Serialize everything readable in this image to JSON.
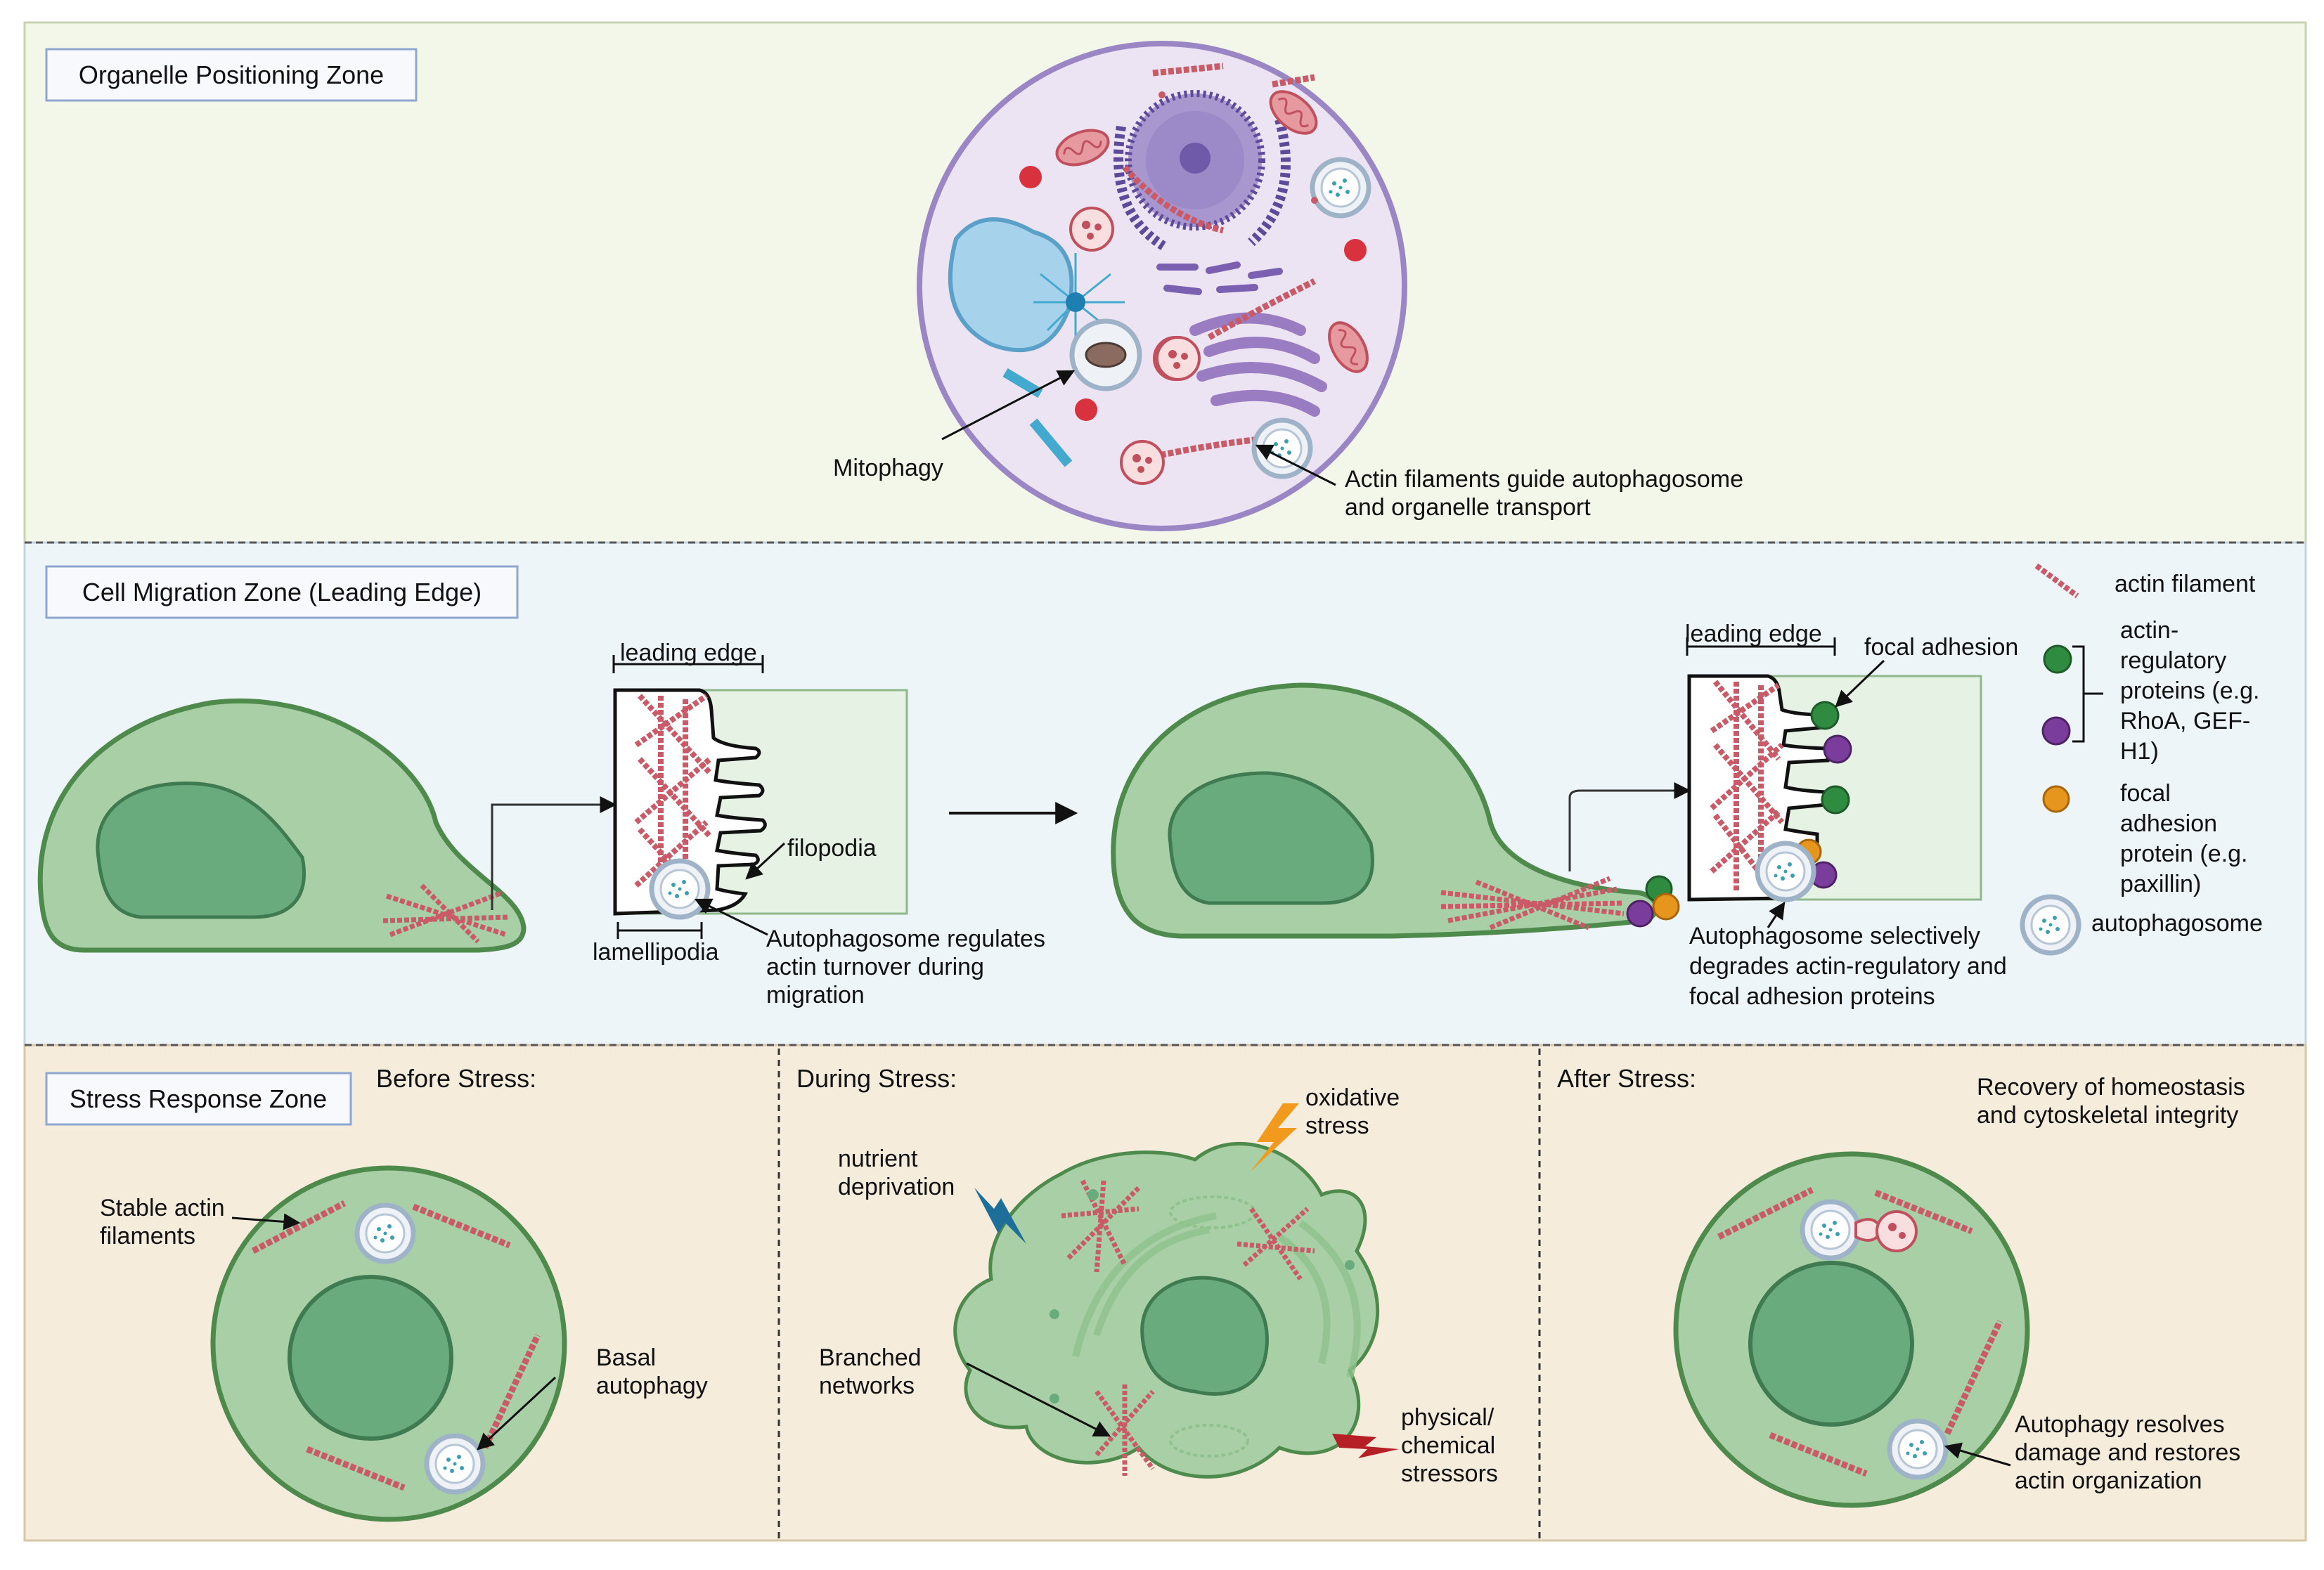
{
  "colors": {
    "zone1_bg": "#f3f7ea",
    "zone2_bg": "#edf5f9",
    "zone3_bg": "#f5ecdc",
    "cell_fill": "#a8cfa6",
    "cell_stroke": "#4f8a4d",
    "nucleus_fill": "#6aab7e",
    "actin": "#c95a67",
    "green_protein": "#2f8b3f",
    "purple_protein": "#7b3d9c",
    "orange_protein": "#e6961c",
    "zone_title_border": "#8fa7cf"
  },
  "zone1": {
    "title": "Organelle Positioning Zone",
    "label_mitophagy": "Mitophagy",
    "label_actin_guide_1": "Actin filaments guide autophagosome",
    "label_actin_guide_2": "and organelle transport"
  },
  "zone2": {
    "title": "Cell Migration Zone (Leading Edge)",
    "leading_edge_1": "leading edge",
    "filopodia": "filopodia",
    "lamellipodia": "lamellipodia",
    "autophagosome_regulates_1": "Autophagosome regulates",
    "autophagosome_regulates_2": "actin turnover during",
    "autophagosome_regulates_3": "migration",
    "leading_edge_2": "leading edge",
    "focal_adhesion": "focal adhesion",
    "selective_1": "Autophagosome selectively",
    "selective_2": "degrades actin-regulatory and",
    "selective_3": "focal adhesion proteins"
  },
  "legend": {
    "actin_filament": "actin filament",
    "arp_1": "actin-",
    "arp_2": "regulatory",
    "arp_3": "proteins (e.g.",
    "arp_4": "RhoA, GEF-",
    "arp_5": "H1)",
    "fa_1": "focal",
    "fa_2": "adhesion",
    "fa_3": "protein (e.g.",
    "fa_4": "paxillin)",
    "autophagosome": "autophagosome"
  },
  "zone3": {
    "title": "Stress Response Zone",
    "before": "Before Stress:",
    "stable_1": "Stable actin",
    "stable_2": "filaments",
    "basal_1": "Basal",
    "basal_2": "autophagy",
    "during": "During Stress:",
    "nutrient_1": "nutrient",
    "nutrient_2": "deprivation",
    "oxidative_1": "oxidative",
    "oxidative_2": "stress",
    "branched_1": "Branched",
    "branched_2": "networks",
    "physical_1": "physical/",
    "physical_2": "chemical",
    "physical_3": "stressors",
    "after": "After Stress:",
    "recovery_1": "Recovery of homeostasis",
    "recovery_2": "and cytoskeletal integrity",
    "resolves_1": "Autophagy resolves",
    "resolves_2": "damage and restores",
    "resolves_3": "actin organization"
  }
}
